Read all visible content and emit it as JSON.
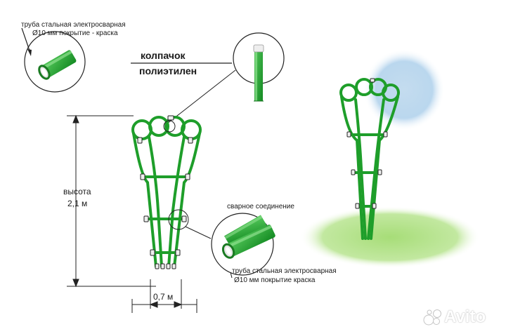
{
  "labels": {
    "pipe_top_line1": "труба стальная электросварная",
    "pipe_top_line2": "Ø10 мм покрытие - краска",
    "cap_line1": "колпачок",
    "cap_line2": "полиэтилен",
    "height_label": "высота",
    "height_value": "2,1 м",
    "width_value": "0,7 м",
    "weld_label": "сварное соединение",
    "pipe_bottom_line1": "труба стальная электросварная",
    "pipe_bottom_line2": "Ø10 мм покрытие краска"
  },
  "watermark": {
    "text": "Avito",
    "icon": "avito-dots-icon"
  },
  "colors": {
    "pipe_green": "#1e9e2a",
    "pipe_dark": "#0f6e1a",
    "pipe_light": "#6fd46f",
    "sky_blue": "#b9d6ec",
    "grass_green": "#a8dc7a",
    "line_dark": "#1a1a1a"
  }
}
